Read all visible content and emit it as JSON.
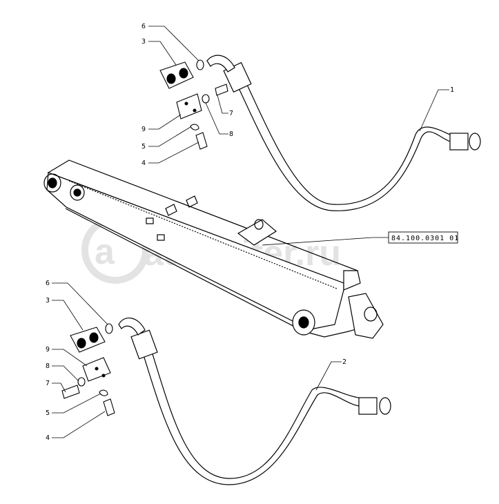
{
  "callouts": {
    "upper": {
      "six": "6",
      "three": "3",
      "nine": "9",
      "five": "5",
      "four": "4",
      "seven": "7",
      "eight": "8"
    },
    "lower": {
      "six": "6",
      "three": "3",
      "nine": "9",
      "eight": "8",
      "seven": "7",
      "five": "5",
      "four": "4"
    },
    "hose_upper": "1",
    "hose_lower": "2"
  },
  "reference_code": "84.100.0301 01",
  "watermark": {
    "text": "autopiter.ru"
  },
  "colors": {
    "line": "#000000",
    "watermark": "#e3e3e3"
  }
}
